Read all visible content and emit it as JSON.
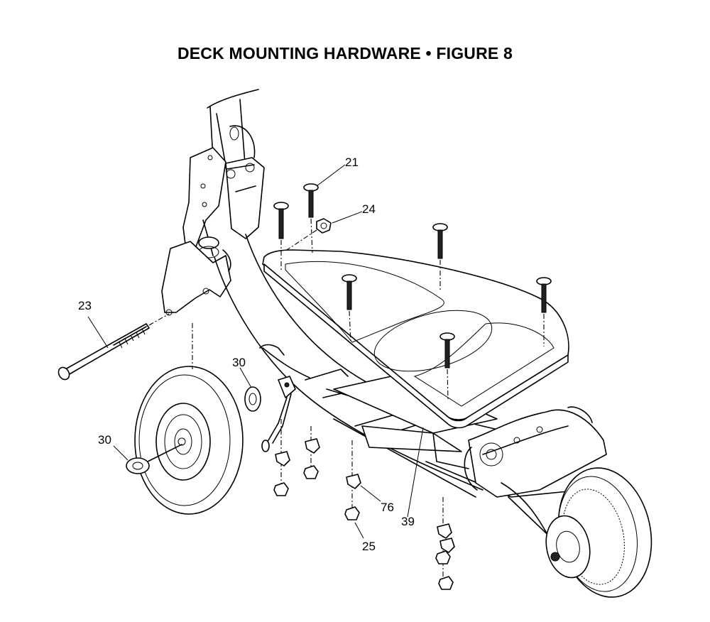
{
  "figure": {
    "title": "DECK MOUNTING HARDWARE  •  FIGURE 8"
  },
  "callouts": {
    "c21": "21",
    "c24": "24",
    "c23": "23",
    "c30a": "30",
    "c30b": "30",
    "c76": "76",
    "c39": "39",
    "c25": "25"
  }
}
